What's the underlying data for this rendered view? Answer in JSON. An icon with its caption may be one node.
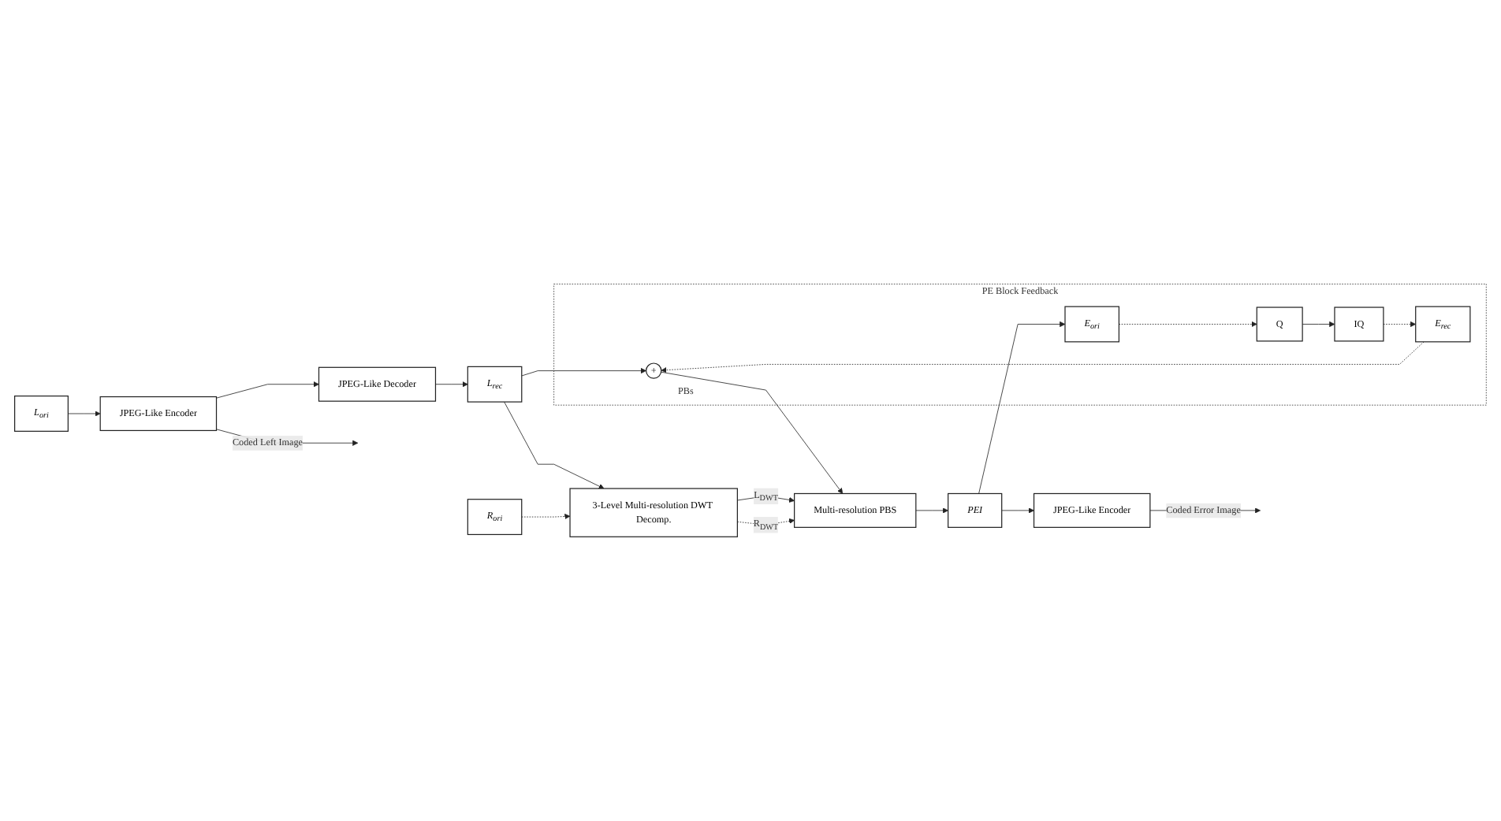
{
  "diagram": {
    "nodes": [
      {
        "text": [
          "L$_{ori}$"
        ]
      },
      {
        "text": [
          "JPEG-Like Encoder"
        ]
      },
      {
        "text": [
          "JPEG-Like Decoder"
        ]
      },
      {
        "text": [
          "L$_{rec}$"
        ]
      },
      {
        "text": [
          "PE Block Feedback"
        ]
      },
      {
        "text": [
          "+"
        ],
        "in": 4,
        "beside": [
          "PBs"
        ]
      },
      {
        "text": [
          "E$_{rec}$"
        ],
        "in": 4
      },
      {
        "text": [
          "IQ"
        ],
        "in": 4
      },
      {
        "text": [
          "R$_{ori}$"
        ]
      },
      {
        "text": [
          "3-Level Multi-resolution DWT Decomp."
        ]
      },
      {
        "text": [
          "Multi-resolution PBS"
        ]
      },
      {
        "text": [
          "E$_{ori}$"
        ],
        "in": 4
      },
      {
        "text": [
          "Q"
        ],
        "in": 4
      },
      {
        "text": [
          "PEI"
        ]
      },
      {
        "text": [
          "JPEG-Like Encoder"
        ]
      }
    ],
    "edges": [
      {
        "from": 0,
        "to": 1,
        "arrow": "to"
      },
      {
        "from": 1,
        "to": null,
        "arrow": "to",
        "label": "Coded Left Image"
      },
      {
        "from": 1,
        "to": 2,
        "arrow": "to"
      },
      {
        "from": 2,
        "to": 3,
        "arrow": "to"
      },
      {
        "from": 3,
        "to": 5,
        "arrow": "to"
      },
      {
        "from": 6,
        "to": 5,
        "arrow": "to",
        "style": "dashed"
      },
      {
        "from": 7,
        "to": 6,
        "arrow": "to",
        "style": "dashed"
      },
      {
        "from": 3,
        "to": 9,
        "arrow": "to"
      },
      {
        "from": 5,
        "to": 10,
        "arrow": "to"
      },
      {
        "from": 8,
        "to": 9,
        "arrow": "to",
        "style": "dashed"
      },
      {
        "from": 9,
        "to": 10,
        "arrow": "to",
        "label": "L$_{DWT}$"
      },
      {
        "from": 9,
        "to": 10,
        "arrow": "to",
        "style": "dashed",
        "label": "R$_{DWT}$"
      },
      {
        "from": 10,
        "to": 13,
        "arrow": "to"
      },
      {
        "from": 13,
        "to": 11,
        "arrow": "to"
      },
      {
        "from": 11,
        "to": 12,
        "arrow": "to",
        "style": "dashed"
      },
      {
        "from": 12,
        "to": 7,
        "arrow": "to"
      },
      {
        "from": 13,
        "to": 14,
        "arrow": "to"
      },
      {
        "from": 14,
        "to": null,
        "arrow": "to",
        "label": "Coded Error Image"
      }
    ]
  }
}
